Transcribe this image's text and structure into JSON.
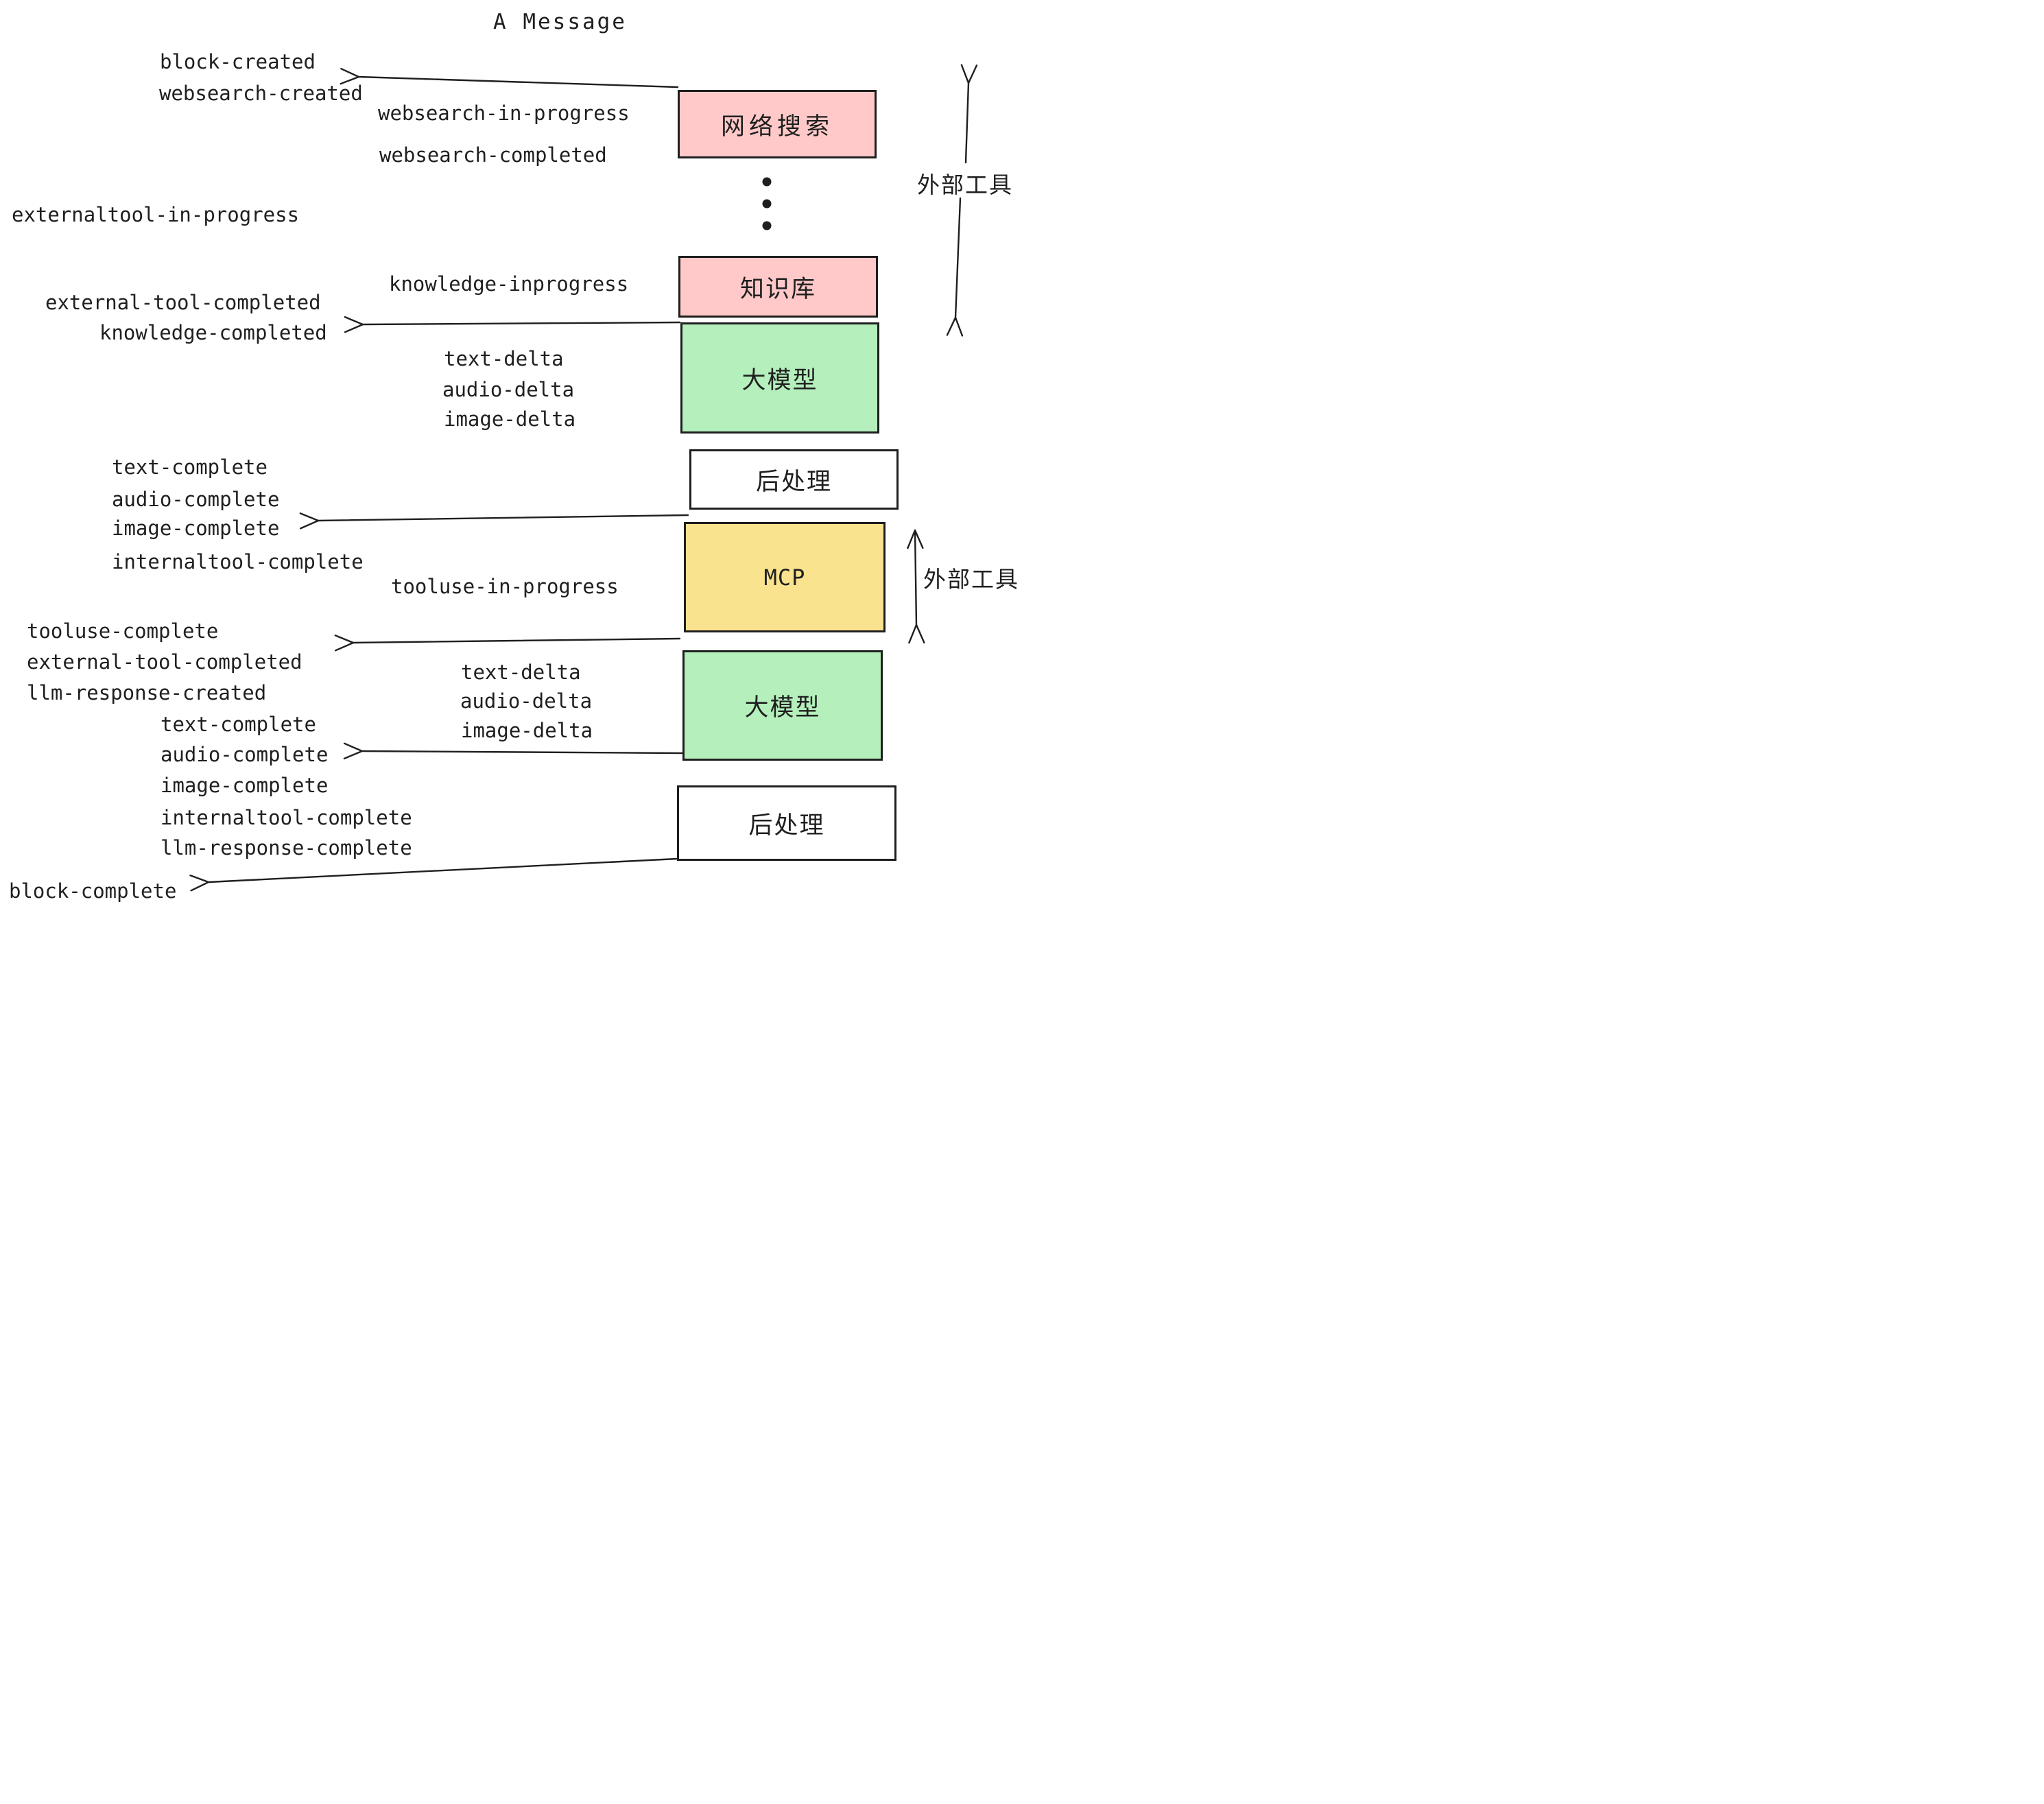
{
  "title": "A Message",
  "colors": {
    "background": "#ffffff",
    "ink": "#1f1f1f",
    "external_tool_box": "#ffc9c9",
    "llm_box": "#b4efbc",
    "mcp_box": "#fae38e",
    "postprocess_box": "#ffffff"
  },
  "boxes": [
    {
      "id": "websearch",
      "label": "网络搜索"
    },
    {
      "id": "knowledge",
      "label": "知识库"
    },
    {
      "id": "llm_1",
      "label": "大模型"
    },
    {
      "id": "postprocess_1",
      "label": "后处理"
    },
    {
      "id": "mcp",
      "label": "MCP"
    },
    {
      "id": "llm_2",
      "label": "大模型"
    },
    {
      "id": "postprocess_2",
      "label": "后处理"
    }
  ],
  "side_labels": [
    {
      "text": "外部工具"
    },
    {
      "text": "外部工具"
    }
  ],
  "events": [
    {
      "text": "block-created"
    },
    {
      "text": "websearch-created"
    },
    {
      "text": "websearch-in-progress"
    },
    {
      "text": "websearch-completed"
    },
    {
      "text": "externaltool-in-progress"
    },
    {
      "text": "knowledge-inprogress"
    },
    {
      "text": "external-tool-completed"
    },
    {
      "text": "knowledge-completed"
    },
    {
      "text": "text-delta"
    },
    {
      "text": "audio-delta"
    },
    {
      "text": "image-delta"
    },
    {
      "text": "text-complete"
    },
    {
      "text": "audio-complete"
    },
    {
      "text": "image-complete"
    },
    {
      "text": "internaltool-complete"
    },
    {
      "text": "tooluse-in-progress"
    },
    {
      "text": "tooluse-complete"
    },
    {
      "text": "external-tool-completed"
    },
    {
      "text": "text-delta"
    },
    {
      "text": "llm-response-created"
    },
    {
      "text": "audio-delta"
    },
    {
      "text": "text-complete"
    },
    {
      "text": "image-delta"
    },
    {
      "text": "audio-complete"
    },
    {
      "text": "image-complete"
    },
    {
      "text": "internaltool-complete"
    },
    {
      "text": "llm-response-complete"
    },
    {
      "text": "block-complete"
    }
  ]
}
